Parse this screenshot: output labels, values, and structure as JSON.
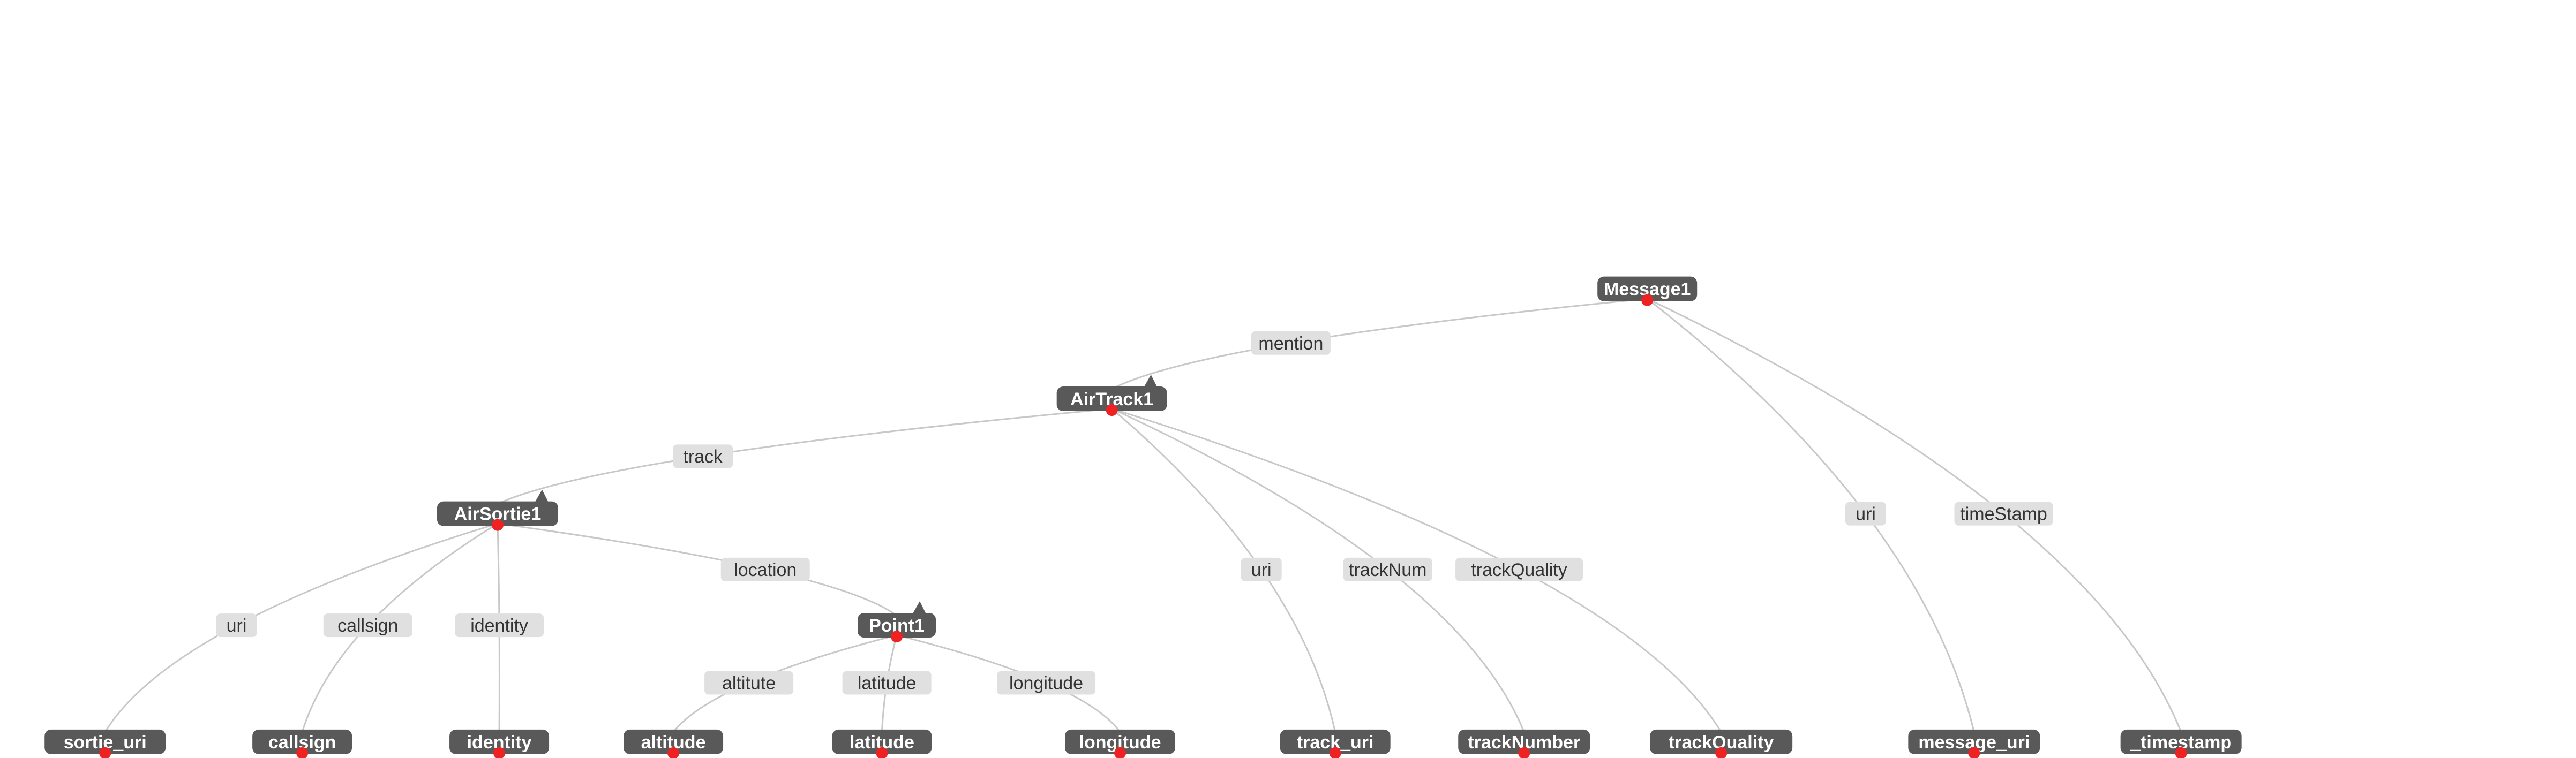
{
  "nodes": [
    {
      "id": "Message1",
      "label": "Message1"
    },
    {
      "id": "AirTrack1",
      "label": "AirTrack1"
    },
    {
      "id": "AirSortie1",
      "label": "AirSortie1"
    },
    {
      "id": "Point1",
      "label": "Point1"
    },
    {
      "id": "sortie_uri",
      "label": "sortie_uri"
    },
    {
      "id": "callsign",
      "label": "callsign"
    },
    {
      "id": "identity",
      "label": "identity"
    },
    {
      "id": "altitude",
      "label": "altitude"
    },
    {
      "id": "latitude",
      "label": "latitude"
    },
    {
      "id": "longitude",
      "label": "longitude"
    },
    {
      "id": "track_uri",
      "label": "track_uri"
    },
    {
      "id": "trackNumber",
      "label": "trackNumber"
    },
    {
      "id": "trackQuality",
      "label": "trackQuality"
    },
    {
      "id": "message_uri",
      "label": "message_uri"
    },
    {
      "id": "timestamp",
      "label": "_timestamp"
    }
  ],
  "edges": [
    {
      "from": "Message1",
      "to": "AirTrack1",
      "label": "mention"
    },
    {
      "from": "Message1",
      "to": "message_uri",
      "label": "uri"
    },
    {
      "from": "Message1",
      "to": "timestamp",
      "label": "timeStamp"
    },
    {
      "from": "AirTrack1",
      "to": "AirSortie1",
      "label": "track"
    },
    {
      "from": "AirTrack1",
      "to": "track_uri",
      "label": "uri"
    },
    {
      "from": "AirTrack1",
      "to": "trackNumber",
      "label": "trackNum"
    },
    {
      "from": "AirTrack1",
      "to": "trackQuality",
      "label": "trackQuality"
    },
    {
      "from": "AirSortie1",
      "to": "sortie_uri",
      "label": "uri"
    },
    {
      "from": "AirSortie1",
      "to": "callsign",
      "label": "callsign"
    },
    {
      "from": "AirSortie1",
      "to": "identity",
      "label": "identity"
    },
    {
      "from": "AirSortie1",
      "to": "Point1",
      "label": "location"
    },
    {
      "from": "Point1",
      "to": "altitude",
      "label": "altitute"
    },
    {
      "from": "Point1",
      "to": "latitude",
      "label": "latitude"
    },
    {
      "from": "Point1",
      "to": "longitude",
      "label": "longitude"
    }
  ],
  "colors": {
    "node": "#595959",
    "node_text": "#ffffff",
    "edge": "#c8c8c8",
    "edge_label_bg": "#e0e0e0",
    "anchor": "#ee2222"
  }
}
